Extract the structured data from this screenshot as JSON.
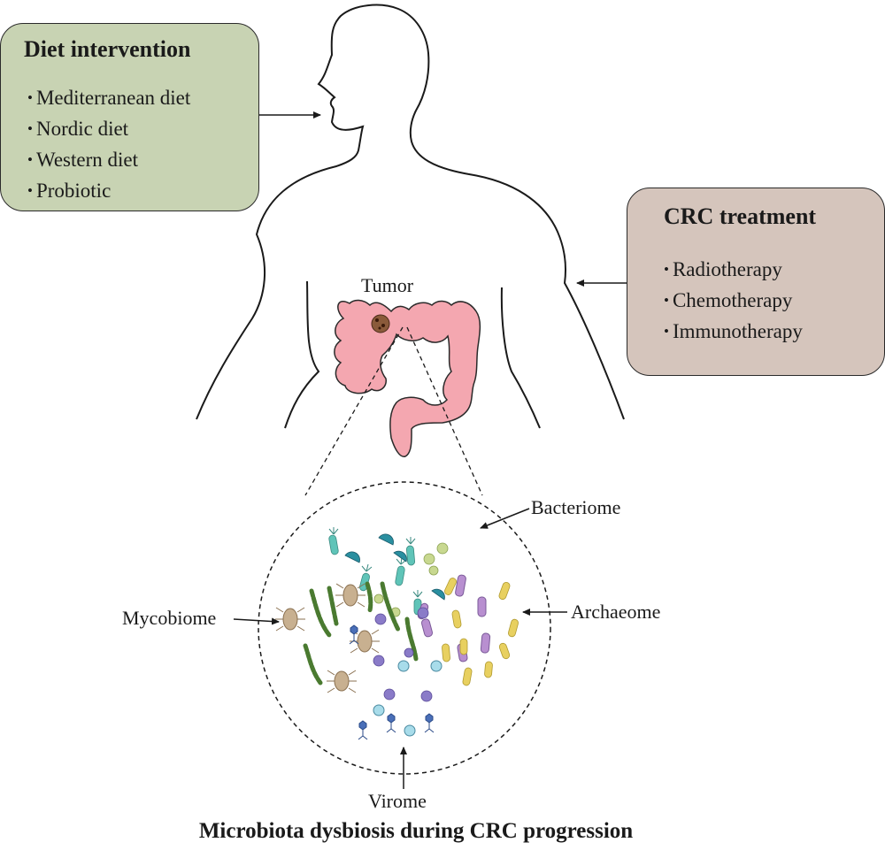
{
  "diet_box": {
    "title": "Diet intervention",
    "items": [
      "Mediterranean diet",
      "Nordic diet",
      "Western diet",
      "Probiotic"
    ],
    "fill_color": "#c8d3b3"
  },
  "crc_box": {
    "title": "CRC treatment",
    "items": [
      "Radiotherapy",
      "Chemotherapy",
      "Immunotherapy"
    ],
    "fill_color": "#d5c5bc"
  },
  "labels": {
    "tumor": "Tumor",
    "bacteriome": "Bacteriome",
    "archaeome": "Archaeome",
    "mycobiome": "Mycobiome",
    "virome": "Virome"
  },
  "caption": "Microbiota dysbiosis during CRC progression",
  "colors": {
    "colon": "#f4a7b0",
    "tumor": "#8a5a3a",
    "teal_bacteria": "#5fc4b8",
    "dark_teal_bacteria": "#2a8fa0",
    "purple_archaea": "#b88fd0",
    "yellow_bacteria": "#e8d060",
    "green_chain": "#6aa84f",
    "violet_virus": "#8a7bc8",
    "light_blue_virus": "#a8dcea",
    "phage_blue": "#4a6fb8",
    "fungi": "#c8b090"
  }
}
